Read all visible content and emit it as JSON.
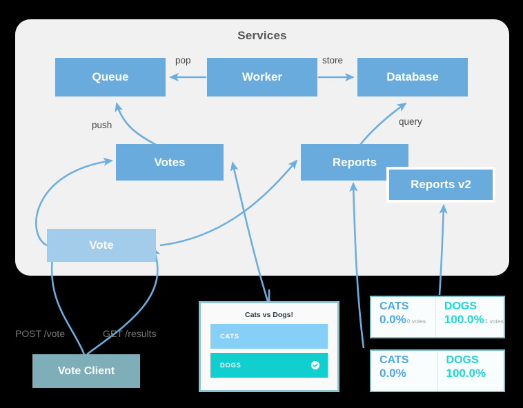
{
  "panel": {
    "title": "Services"
  },
  "nodes": {
    "queue": "Queue",
    "worker": "Worker",
    "database": "Database",
    "votes": "Votes",
    "reports": "Reports",
    "reports_v2": "Reports v2",
    "vote": "Vote",
    "vote_client": "Vote Client"
  },
  "edge_labels": {
    "pop": "pop",
    "store": "store",
    "push": "push",
    "query": "query",
    "post_vote": "POST /vote",
    "get_results": "GET /results"
  },
  "vote_app": {
    "title": "Cats vs Dogs!",
    "options": [
      {
        "label": "CATS",
        "selected": false
      },
      {
        "label": "DOGS",
        "selected": true
      }
    ],
    "selected_icon": "check-circle-icon"
  },
  "results": [
    {
      "id": "result-top",
      "show_votes": true,
      "columns": [
        {
          "name": "CATS",
          "percent": "0.0%",
          "votes": "0 votes"
        },
        {
          "name": "DOGS",
          "percent": "100.0%",
          "votes": "1 votes"
        }
      ]
    },
    {
      "id": "result-bottom",
      "show_votes": false,
      "columns": [
        {
          "name": "CATS",
          "percent": "0.0%",
          "votes": ""
        },
        {
          "name": "DOGS",
          "percent": "100.0%",
          "votes": ""
        }
      ]
    }
  ],
  "colors": {
    "background": "#000000",
    "panel": "#F1F1F1",
    "node_blue": "#69ABDD",
    "node_light_blue": "#A3CBEA",
    "node_teal": "#7EAFB9",
    "arrow": "#6CAEE0",
    "cats": "#4AA8F0",
    "dogs": "#1FD6D6",
    "card_border": "#8CC3CE"
  }
}
